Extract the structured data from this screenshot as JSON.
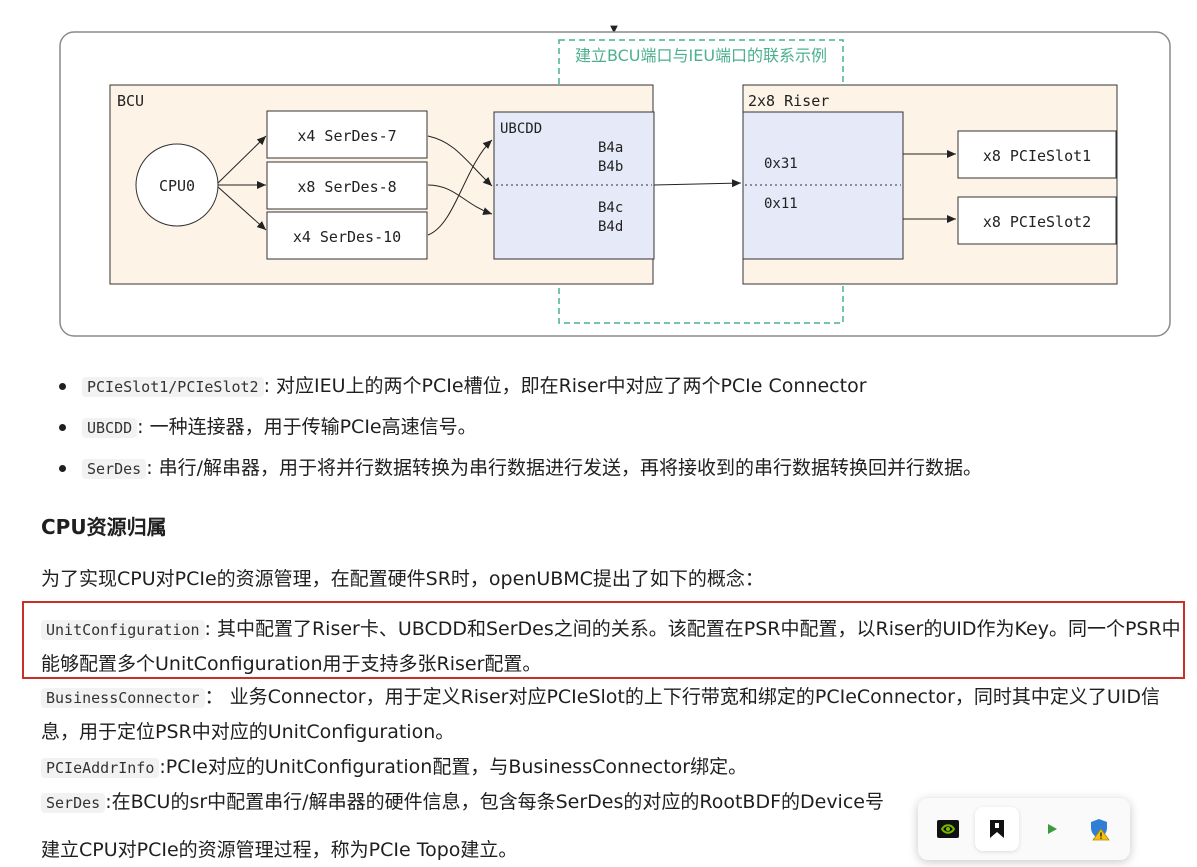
{
  "diagram": {
    "top_arrow": "▼",
    "region_label": "建立BCU端口与IEU端口的联系示例",
    "bcu": {
      "label": "BCU",
      "cpu": "CPU0",
      "serdes": [
        "x4 SerDes-7",
        "x8 SerDes-8",
        "x4 SerDes-10"
      ]
    },
    "ubcdd": {
      "label": "UBCDD",
      "ports_top": [
        "B4a",
        "B4b"
      ],
      "ports_bottom": [
        "B4c",
        "B4d"
      ]
    },
    "riser": {
      "label": "2x8 Riser",
      "addr_top": "0x31",
      "addr_bottom": "0x11"
    },
    "slots": [
      "x8 PCIeSlot1",
      "x8 PCIeSlot2"
    ],
    "colors": {
      "region_border": "#4caf8f",
      "bcu_fill": "#fdf3e7",
      "ubcdd_fill": "#e6e9f8",
      "highlight_border": "#c9302c"
    }
  },
  "bullets": [
    {
      "code": "PCIeSlot1/PCIeSlot2",
      "text": ": 对应IEU上的两个PCIe槽位，即在Riser中对应了两个PCIe Connector"
    },
    {
      "code": "UBCDD",
      "text": ": 一种连接器，用于传输PCIe高速信号。"
    },
    {
      "code": "SerDes",
      "text": ": 串行/解串器，用于将并行数据转换为串行数据进行发送，再将接收到的串行数据转换回并行数据。"
    }
  ],
  "section_title": "CPU资源归属",
  "intro": "为了实现CPU对PCIe的资源管理，在配置硬件SR时，openUBMC提出了如下的概念：",
  "definitions": [
    {
      "code": "UnitConfiguration",
      "text": ": 其中配置了Riser卡、UBCDD和SerDes之间的关系。该配置在PSR中配置，以Riser的UID作为Key。同一个PSR中能够配置多个UnitConfiguration用于支持多张Riser配置。"
    },
    {
      "code": "BusinessConnector",
      "text": "： 业务Connector，用于定义Riser对应PCIeSlot的上下行带宽和绑定的PCIeConnector，同时其中定义了UID信息，用于定位PSR中对应的UnitConfiguration。"
    },
    {
      "code": "PCIeAddrInfo",
      "text": ":PCIe对应的UnitConfiguration配置，与BusinessConnector绑定。"
    },
    {
      "code": "SerDes",
      "text": ":在BCU的sr中配置串行/解串器的硬件信息，包含每条SerDes的对应的RootBDF的Device号"
    }
  ],
  "closing": "建立CPU对PCIe的资源管理过程，称为PCIe Topo建立。",
  "toolbar": {
    "icons": [
      "nvidia-icon",
      "bookmark-icon",
      "play-icon",
      "shield-warning-icon"
    ]
  }
}
